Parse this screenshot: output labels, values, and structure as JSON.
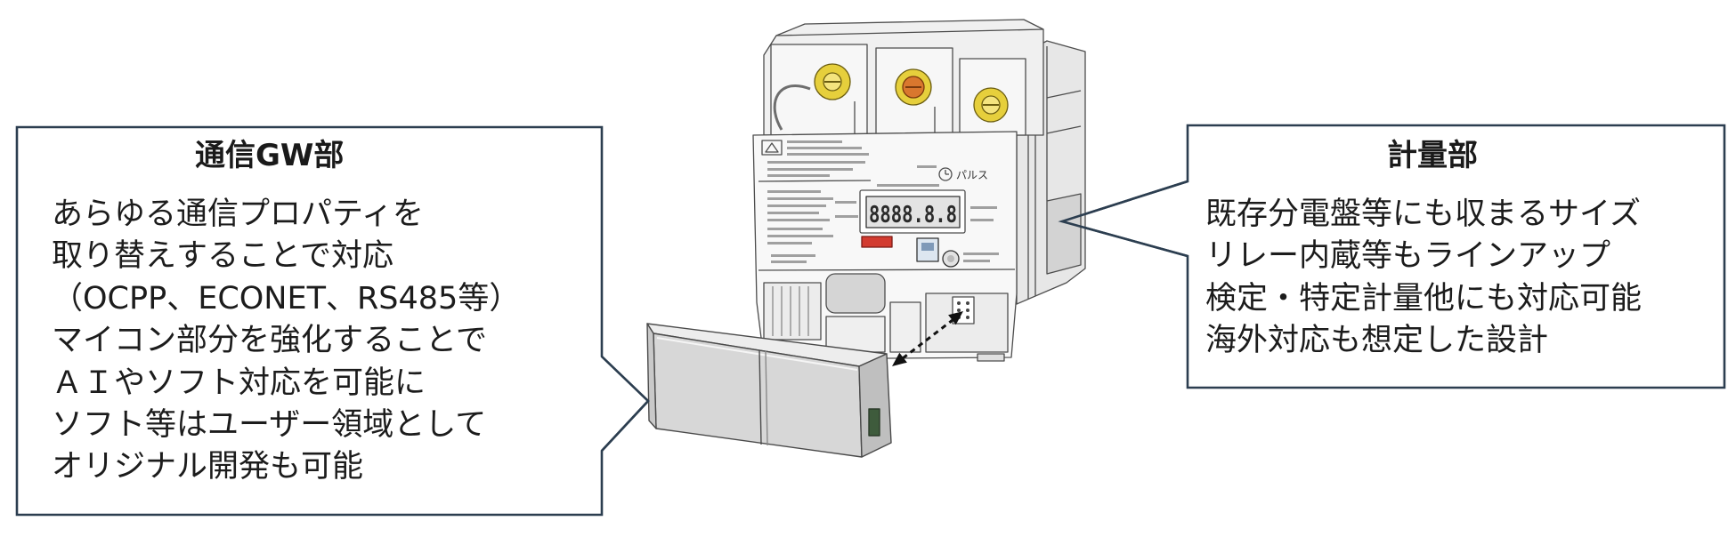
{
  "gw_callout": {
    "title": "通信GW部",
    "lines": [
      "あらゆる通信プロパティを",
      "取り替えすることで対応",
      "（OCPP、ECONET、RS485等）",
      "マイコン部分を強化することで",
      "ＡＩやソフト対応を可能に",
      "ソフト等はユーザー領域として",
      "オリジナル開発も可能"
    ]
  },
  "meter_callout": {
    "title": "計量部",
    "lines": [
      "既存分電盤等にも収まるサイズ",
      "リレー内蔵等もラインアップ",
      "検定・特定計量他にも対応可能",
      "海外対応も想定した設計"
    ]
  },
  "meter": {
    "lcd_digits": "8888.8.8",
    "pulse_label": "パルス"
  },
  "colors": {
    "callout_border": "#2c3e50",
    "terminal_screw": "#e6cf3c",
    "terminal_screw_accent": "#d9772e",
    "indicator_red": "#d23b30",
    "module_body": "#d7d7d7"
  }
}
